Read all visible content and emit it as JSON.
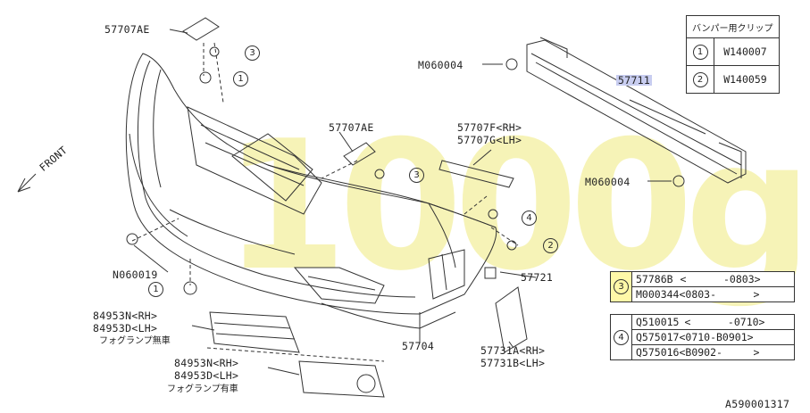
{
  "diagram_code": "A590001317",
  "watermark": "1000g",
  "labels": {
    "p57707AE_top": "57707AE",
    "p57707AE_mid": "57707AE",
    "p57707F": "57707F<RH>",
    "p57707G": "57707G<LH>",
    "pM060004_top": "M060004",
    "pM060004_bot": "M060004",
    "p57711": "57711",
    "pN060019": "N060019",
    "p57721": "57721",
    "p57704": "57704",
    "p57731A": "57731A<RH>",
    "p57731B": "57731B<LH>",
    "p84953N_a": "84953N<RH>",
    "p84953D_a": "84953D<LH>",
    "fog_none": "フォグランプ無車",
    "p84953N_b": "84953N<RH>",
    "p84953D_b": "84953D<LH>",
    "fog_with": "フォグランプ有車",
    "front": "FRONT"
  },
  "callouts": [
    "1",
    "2",
    "3",
    "4"
  ],
  "clip_table": {
    "header": "バンパー用クリップ",
    "rows": [
      {
        "num": "1",
        "part": "W140007"
      },
      {
        "num": "2",
        "part": "W140059"
      }
    ]
  },
  "table3": {
    "num": "3",
    "rows": [
      {
        "part": "57786B",
        "range": "<      -0803>"
      },
      {
        "part": "M000344",
        "range": "<0803-      >"
      }
    ]
  },
  "table4": {
    "num": "4",
    "rows": [
      {
        "part": "Q510015",
        "range": "<      -0710>"
      },
      {
        "part": "Q575017",
        "range": "<0710-B0901>"
      },
      {
        "part": "Q575016",
        "range": "<B0902-     >"
      }
    ]
  }
}
